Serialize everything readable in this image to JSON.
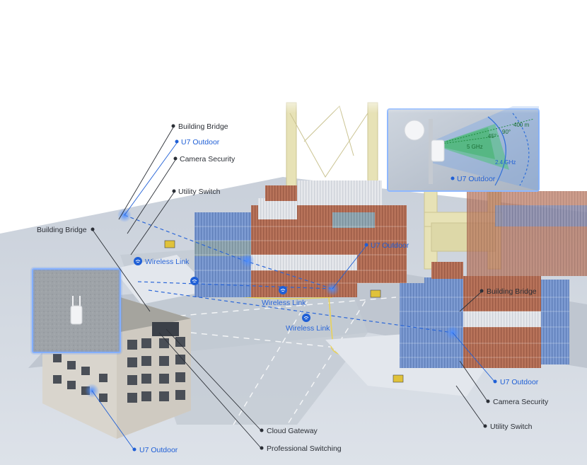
{
  "callouts": {
    "bridge_top": "Building Bridge",
    "u7_top": "U7 Outdoor",
    "camera_top": "Camera Security",
    "switch_top": "Utility Switch",
    "bridge_left": "Building Bridge",
    "u7_mid": "U7 Outdoor",
    "bridge_right": "Building Bridge",
    "u7_right": "U7 Outdoor",
    "camera_right": "Camera Security",
    "switch_right": "Utility Switch",
    "cloud_gateway": "Cloud Gateway",
    "pro_switching": "Professional Switching",
    "u7_bottom": "U7 Outdoor"
  },
  "wireless_links": [
    "Wireless Link",
    "Wireless Link",
    "Wireless Link"
  ],
  "coverage_inset": {
    "range": "400 m",
    "angle_wide": "90°",
    "angle_narrow": "45°",
    "band_5": "5 GHz",
    "band_24": "2.4 GHz",
    "device": "U7 Outdoor"
  },
  "colors": {
    "accent": "#1f5fd6",
    "label": "#2b2f36",
    "container_red": "#b56a52",
    "container_blue": "#6f93cc"
  }
}
